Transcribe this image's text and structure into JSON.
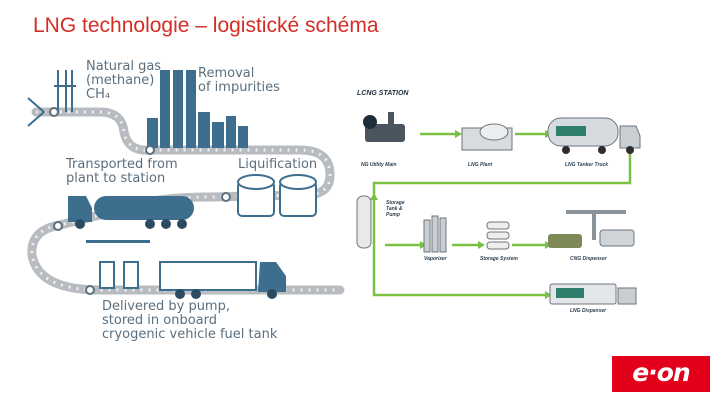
{
  "title": "LNG technologie – logistické schéma",
  "left_diagram": {
    "step1": "Natural gas\n(methane)\nCH₄",
    "step2": "Removal\nof impurities",
    "step3": "Transported from\nplant to station",
    "step4": "Liquification",
    "step5": "Delivered by pump,\nstored in onboard\ncryogenic vehicle fuel tank"
  },
  "right_diagram": {
    "heading": "LCNG STATION",
    "labels": {
      "ng_utility": "NG Utility Main",
      "lng_plant": "LNG Plant",
      "tanker": "LNG Tanker Truck",
      "storage_tank": "Storage\nTank &\nPump",
      "vaporizer": "Vaporizer",
      "storage_system": "Storage System",
      "cng_dispenser": "CNG Dispenser",
      "lng_dispenser": "LNG Dispenser"
    }
  },
  "logo": {
    "text": "e·on",
    "color": "#e2001a"
  },
  "colors": {
    "title": "#d42d24",
    "pipe": "#b8bcc0",
    "plant": "#3d6e8e",
    "arrow": "#7ac143"
  }
}
